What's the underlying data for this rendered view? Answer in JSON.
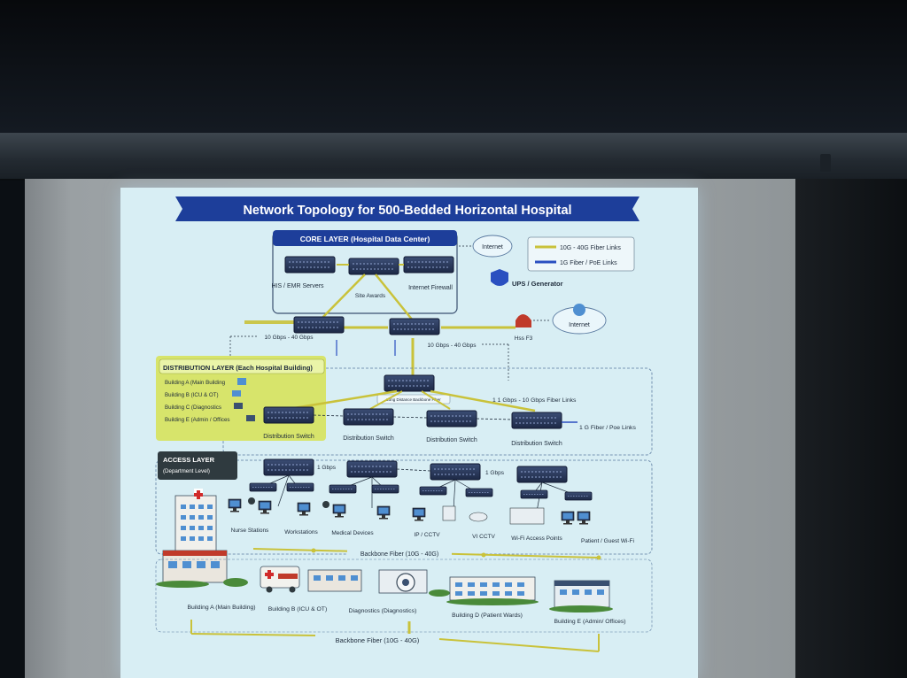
{
  "slide": {
    "title": "Network Topology for 500-Bedded Horizontal Hospital",
    "legend": {
      "link_10g_40g": "10G - 40G Fiber Links",
      "link_1g": "1G Fiber / PoE Links"
    },
    "core": {
      "title": "CORE LAYER (Hospital Data Center)",
      "servers_label": "HIS / EMR Servers",
      "awards_label": "Site Awards",
      "firewall_label": "Internet Firewall",
      "internet_top": "Internet",
      "ups": "UPS / Generator",
      "internet_right": "Internet",
      "hss": "Hss F3",
      "speed_left": "10 Gbps - 40 Gbps",
      "speed_right": "10 Gbps - 40 Gbps"
    },
    "distribution": {
      "title": "DISTRIBUTION LAYER (Each Hospital Building)",
      "buildings": [
        "Building A (Main Building",
        "Building B (ICU & OT)",
        "Building C (Diagnostics",
        "Building E (Admin / Offices"
      ],
      "backbone_label": "Long Distance Backbone Fiber",
      "fiber_speed": "1 1 Gbps - 10 Gbps Fiber Links",
      "switch_label": "Distribution Switch",
      "poe_label": "1 G Fiber / Poe Links"
    },
    "access": {
      "title": "ACCESS LAYER",
      "subtitle": "(Department Level)",
      "speed_1": "1 Gbps",
      "speed_2": "1 Gbps",
      "devices": [
        "Nurse Stations",
        "Workstations",
        "Medical Devices",
        "IP / CCTV",
        "VI CCTV",
        "Wi-Fi Access Points",
        "Patient / Guest Wi-Fi"
      ],
      "backbone_1": "Backbone Fiber (10G - 40G)"
    },
    "campus": {
      "buildings": [
        "Building A (Main Building)",
        "Building B (ICU & OT)",
        "Diagnostics (Diagnostics)",
        "Building D (Patient Wards)",
        "Building E (Admin/ Offices)"
      ],
      "backbone_2": "Backbone Fiber (10G - 40G)"
    }
  },
  "colors": {
    "slide_bg": "#d8eef4",
    "title_banner": "#1d3e9a",
    "fiber_10g": "#c9c23a",
    "fiber_1g": "#2a4fc0",
    "dist_panel": "#d7e46b",
    "access_tag": "#2f3a3f",
    "switch": "#27375a"
  }
}
